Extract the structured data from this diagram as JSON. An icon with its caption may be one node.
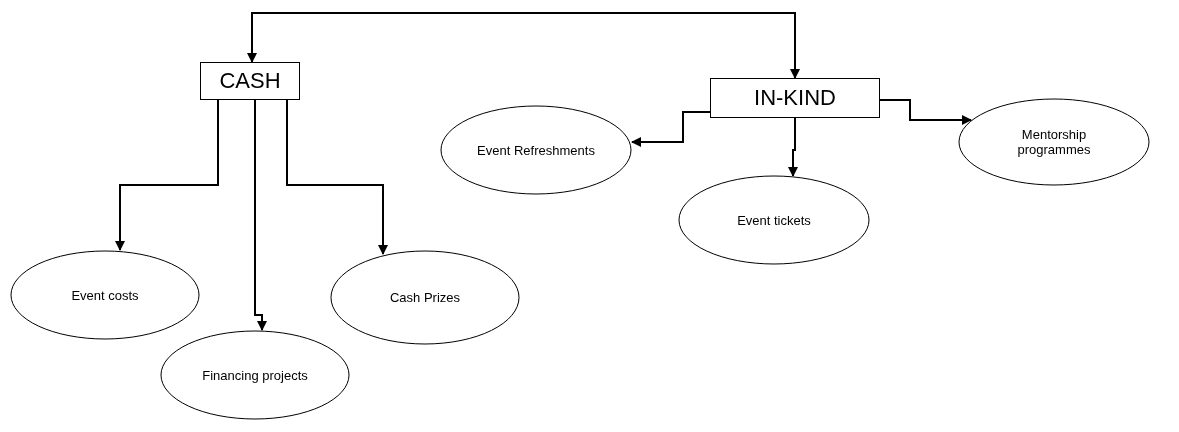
{
  "diagram": {
    "nodes": [
      {
        "text": [
          "CASH"
        ]
      },
      {
        "text": [
          "IN-KIND"
        ]
      },
      {
        "text": [
          "Event costs"
        ]
      },
      {
        "text": [
          "Financing projects"
        ]
      },
      {
        "text": [
          "Cash Prizes"
        ]
      },
      {
        "text": [
          "Event Refreshments"
        ]
      },
      {
        "text": [
          "Event tickets"
        ]
      },
      {
        "text": [
          "Mentorship programmes"
        ]
      }
    ],
    "edges": [
      {
        "from": 0,
        "to": 1,
        "arrow": "both"
      },
      {
        "from": 0,
        "to": 2,
        "arrow": "to"
      },
      {
        "from": 0,
        "to": 3,
        "arrow": "to"
      },
      {
        "from": 0,
        "to": 4,
        "arrow": "to"
      },
      {
        "from": 1,
        "to": 5,
        "arrow": "to"
      },
      {
        "from": 1,
        "to": 6,
        "arrow": "to"
      },
      {
        "from": 1,
        "to": 7,
        "arrow": "to"
      }
    ]
  }
}
